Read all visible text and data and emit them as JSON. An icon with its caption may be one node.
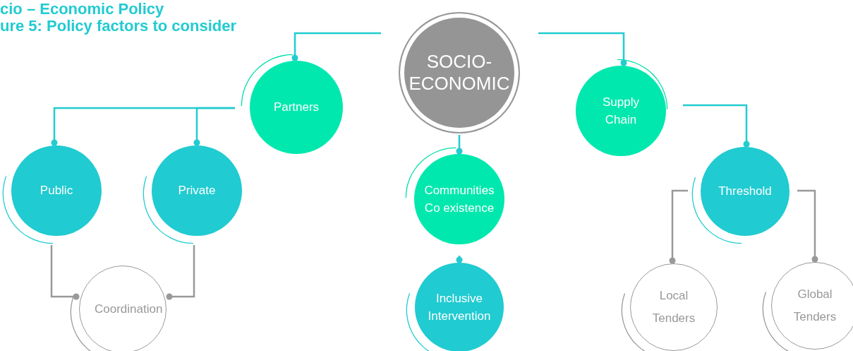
{
  "diagram": {
    "nodes": [
      {
        "text": [
          "SOCIO- ECONOMIC"
        ]
      },
      {
        "text": [
          "Partners"
        ]
      },
      {
        "text": [
          "Supply Chain"
        ]
      },
      {
        "text": [
          "Public"
        ]
      },
      {
        "text": [
          "Private"
        ]
      },
      {
        "text": [
          "Communities Co existence"
        ]
      },
      {
        "text": [
          "Inclusive Intervention"
        ]
      },
      {
        "text": [
          "Threshold"
        ]
      },
      {
        "text": [
          "Coordination"
        ]
      },
      {
        "text": [
          "Local Tenders"
        ]
      },
      {
        "text": [
          "Global Tenders"
        ]
      }
    ],
    "edges": [
      {
        "from": 0,
        "to": 1,
        "arrow": "other"
      },
      {
        "from": 0,
        "to": 2,
        "arrow": "other"
      },
      {
        "from": 0,
        "to": 5,
        "arrow": "other"
      },
      {
        "from": 1,
        "to": 3,
        "arrow": "other"
      },
      {
        "from": 1,
        "to": 4,
        "arrow": "other"
      },
      {
        "from": 3,
        "to": 8,
        "arrow": "other",
        "color": "#999999"
      },
      {
        "from": 4,
        "to": 8,
        "arrow": "other",
        "color": "#999999"
      },
      {
        "from": 5,
        "to": 6,
        "arrow": "other"
      },
      {
        "from": 2,
        "to": 7,
        "arrow": "other"
      },
      {
        "from": 7,
        "to": 9,
        "arrow": "other",
        "color": "#999999"
      },
      {
        "from": 7,
        "to": 10,
        "arrow": "other",
        "color": "#999999"
      }
    ],
    "labels": [
      "cio – Economic Policy",
      "ure 5:  Policy factors to consider"
    ]
  }
}
